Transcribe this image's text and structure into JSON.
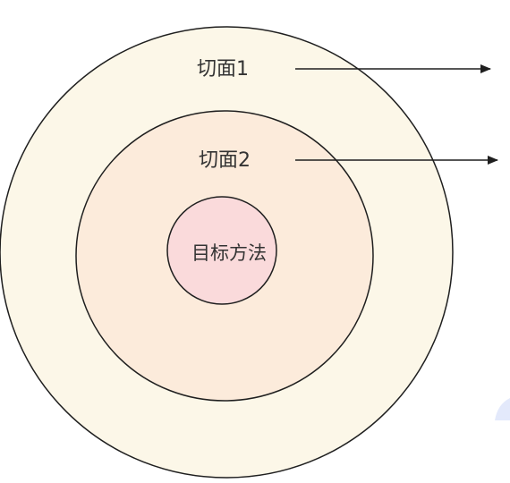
{
  "diagram": {
    "outer_label": "切面1",
    "middle_label": "切面2",
    "inner_label": "目标方法"
  },
  "colors": {
    "outer_fill": "#FCF7E8",
    "middle_fill": "#FCEBDB",
    "inner_fill": "#FADADB",
    "stroke": "#1f1f1f",
    "text": "#333333",
    "corner_accent": "#E3E9FB"
  }
}
